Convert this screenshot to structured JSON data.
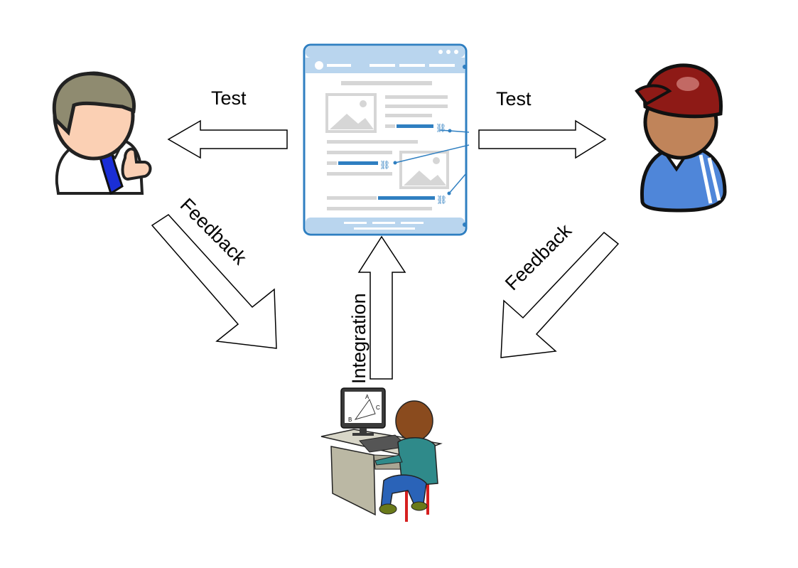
{
  "labels": {
    "test_left": "Test",
    "test_right": "Test",
    "feedback_left": "Feedback",
    "feedback_right": "Feedback",
    "integration": "Integration"
  },
  "screen_monitor_letters": {
    "a": "A",
    "b": "B",
    "c": "C"
  },
  "colors": {
    "website_blue": "#2f7fc1",
    "website_light": "#b9d5ee",
    "website_gray": "#d6d6d6",
    "cap_red": "#8e1a16",
    "shirt_blue": "#4f86d9",
    "tie_blue": "#1a2ed6",
    "hair_olive": "#8f8b70",
    "skin": "#fbd0b4"
  },
  "icons": [
    "manager-person-icon",
    "website-page-icon",
    "user-with-cap-icon",
    "developer-at-computer-icon"
  ]
}
